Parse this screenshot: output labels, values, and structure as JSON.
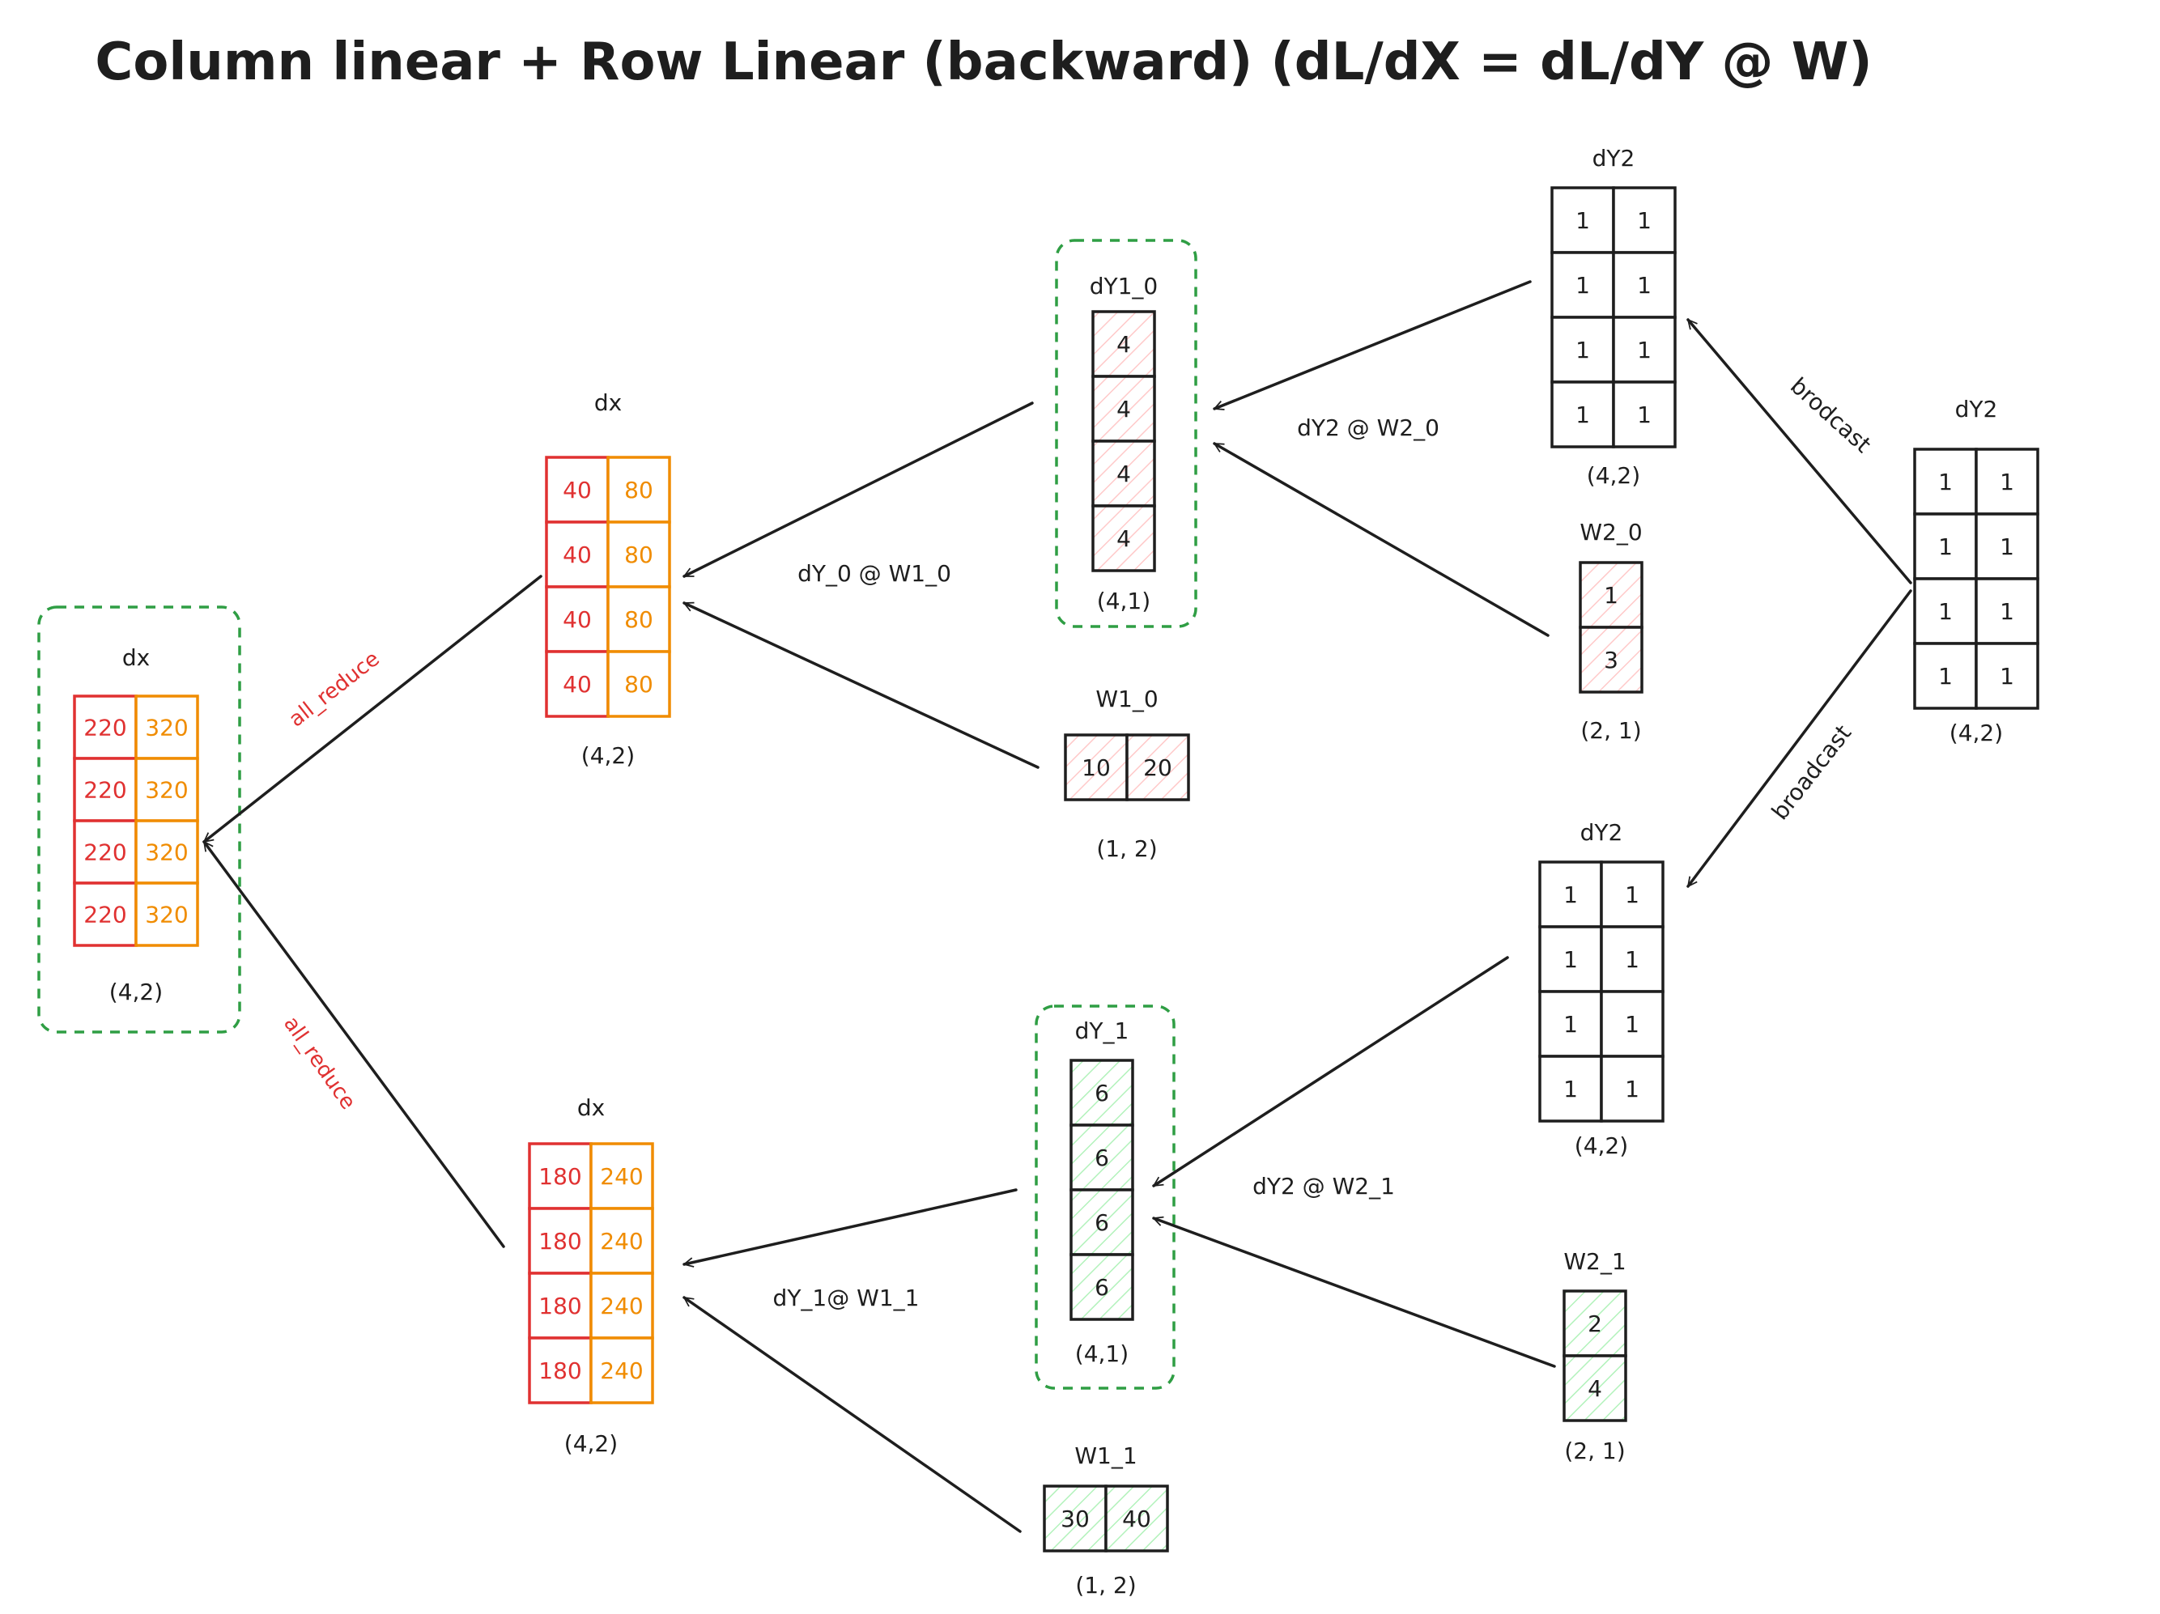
{
  "title": "Column linear + Row Linear (backward) (dL/dX = dL/dY @ W)",
  "colors": {
    "ink": "#1e1e1e",
    "red": "#e03131",
    "orange": "#f08c00",
    "group_border": "#2f9e44",
    "hatch_red": "#ffc9c9",
    "hatch_green": "#b2f2bb"
  },
  "matrices": [
    {
      "id": "dY2-source",
      "name": "dY2",
      "shape": "(4,2)",
      "values": [
        [
          1,
          1
        ],
        [
          1,
          1
        ],
        [
          1,
          1
        ],
        [
          1,
          1
        ]
      ],
      "style": "plain",
      "grouped": false
    },
    {
      "id": "dY2-top",
      "name": "dY2",
      "shape": "(4,2)",
      "values": [
        [
          1,
          1
        ],
        [
          1,
          1
        ],
        [
          1,
          1
        ],
        [
          1,
          1
        ]
      ],
      "style": "plain",
      "grouped": false
    },
    {
      "id": "dY2-bottom",
      "name": "dY2",
      "shape": "(4,2)",
      "values": [
        [
          1,
          1
        ],
        [
          1,
          1
        ],
        [
          1,
          1
        ],
        [
          1,
          1
        ]
      ],
      "style": "plain",
      "grouped": false
    },
    {
      "id": "W2_0",
      "name": "W2_0",
      "shape": "(2, 1)",
      "values": [
        [
          1
        ],
        [
          3
        ]
      ],
      "style": "hatch-red",
      "grouped": false
    },
    {
      "id": "W2_1",
      "name": "W2_1",
      "shape": "(2, 1)",
      "values": [
        [
          2
        ],
        [
          4
        ]
      ],
      "style": "hatch-green",
      "grouped": false
    },
    {
      "id": "dY1_0",
      "name": "dY1_0",
      "shape": "(4,1)",
      "values": [
        [
          4
        ],
        [
          4
        ],
        [
          4
        ],
        [
          4
        ]
      ],
      "style": "hatch-red",
      "grouped": true
    },
    {
      "id": "dY_1",
      "name": "dY_1",
      "shape": "(4,1)",
      "values": [
        [
          6
        ],
        [
          6
        ],
        [
          6
        ],
        [
          6
        ]
      ],
      "style": "hatch-green",
      "grouped": true
    },
    {
      "id": "W1_0",
      "name": "W1_0",
      "shape": "(1, 2)",
      "values": [
        [
          10,
          20
        ]
      ],
      "style": "hatch-red",
      "grouped": false
    },
    {
      "id": "W1_1",
      "name": "W1_1",
      "shape": "(1, 2)",
      "values": [
        [
          30,
          40
        ]
      ],
      "style": "hatch-green",
      "grouped": false
    },
    {
      "id": "dx-top",
      "name": "dx",
      "shape": "(4,2)",
      "values": [
        [
          40,
          80
        ],
        [
          40,
          80
        ],
        [
          40,
          80
        ],
        [
          40,
          80
        ]
      ],
      "style": "red-orange",
      "grouped": false
    },
    {
      "id": "dx-bottom",
      "name": "dx",
      "shape": "(4,2)",
      "values": [
        [
          180,
          240
        ],
        [
          180,
          240
        ],
        [
          180,
          240
        ],
        [
          180,
          240
        ]
      ],
      "style": "red-orange",
      "grouped": false
    },
    {
      "id": "dx-final",
      "name": "dx",
      "shape": "(4,2)",
      "values": [
        [
          220,
          320
        ],
        [
          220,
          320
        ],
        [
          220,
          320
        ],
        [
          220,
          320
        ]
      ],
      "style": "red-orange",
      "grouped": true
    }
  ],
  "edges": [
    {
      "from": "dY2-source",
      "to": "dY2-top",
      "label": "brodcast",
      "label_color": "ink"
    },
    {
      "from": "dY2-source",
      "to": "dY2-bottom",
      "label": "broadcast",
      "label_color": "ink"
    },
    {
      "from": "dY2-top",
      "to": "dY1_0",
      "label": "dY2 @ W2_0",
      "label_color": "ink"
    },
    {
      "from": "W2_0",
      "to": "dY1_0",
      "label": "",
      "label_color": "ink"
    },
    {
      "from": "dY2-bottom",
      "to": "dY_1",
      "label": "dY2 @ W2_1",
      "label_color": "ink"
    },
    {
      "from": "W2_1",
      "to": "dY_1",
      "label": "",
      "label_color": "ink"
    },
    {
      "from": "dY1_0",
      "to": "dx-top",
      "label": "dY_0 @ W1_0",
      "label_color": "ink"
    },
    {
      "from": "W1_0",
      "to": "dx-top",
      "label": "",
      "label_color": "ink"
    },
    {
      "from": "dY_1",
      "to": "dx-bottom",
      "label": "dY_1@ W1_1",
      "label_color": "ink"
    },
    {
      "from": "W1_1",
      "to": "dx-bottom",
      "label": "",
      "label_color": "ink"
    },
    {
      "from": "dx-top",
      "to": "dx-final",
      "label": "all_reduce",
      "label_color": "red"
    },
    {
      "from": "dx-bottom",
      "to": "dx-final",
      "label": "all_reduce",
      "label_color": "red"
    }
  ]
}
